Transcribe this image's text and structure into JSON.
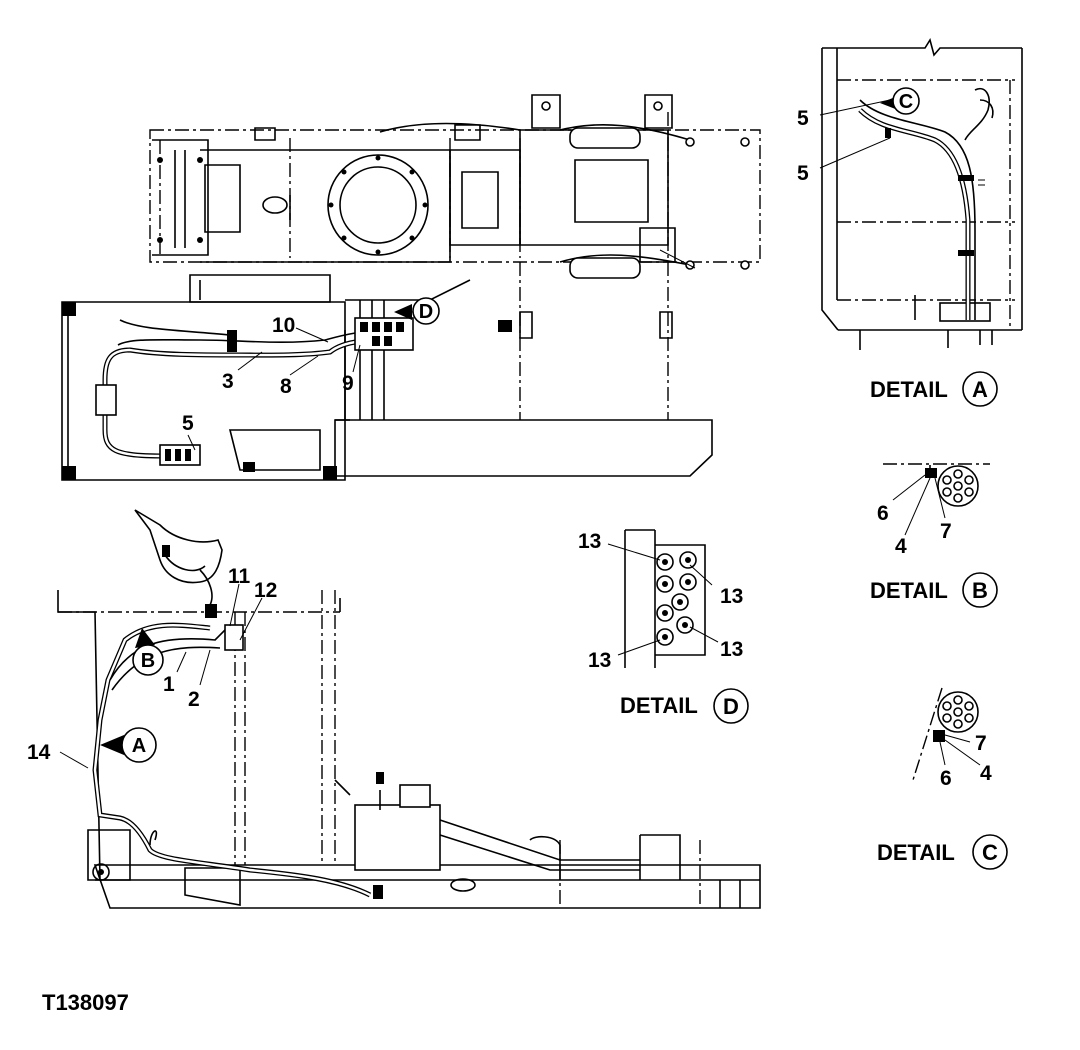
{
  "figure_id": "T138097",
  "detail_word": "DETAIL",
  "details": {
    "a": "A",
    "b": "B",
    "c": "C",
    "d": "D"
  },
  "markers": {
    "a": "A",
    "b": "B",
    "c": "C",
    "d": "D"
  },
  "callouts": {
    "top_view": {
      "n10": "10",
      "n3": "3",
      "n8": "8",
      "n9": "9",
      "n5": "5"
    },
    "side_view": {
      "n11": "11",
      "n12": "12",
      "n1": "1",
      "n2": "2",
      "n14": "14"
    },
    "detail_a": {
      "n5_upper": "5",
      "n5_lower": "5"
    },
    "detail_b": {
      "n6": "6",
      "n4": "4",
      "n7": "7"
    },
    "detail_c": {
      "n7": "7",
      "n6": "6",
      "n4": "4"
    },
    "detail_d": {
      "n13_tl": "13",
      "n13_r": "13",
      "n13_bl": "13",
      "n13_br": "13"
    }
  }
}
